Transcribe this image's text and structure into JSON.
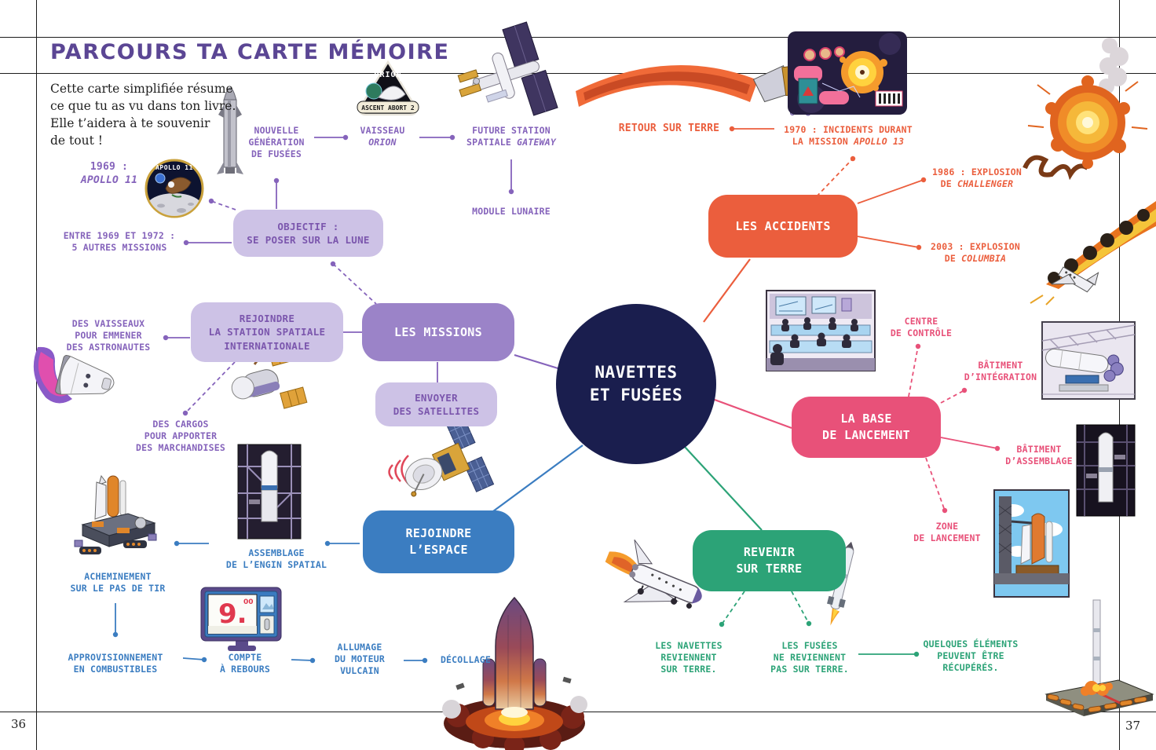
{
  "page": {
    "left_number": "36",
    "right_number": "37"
  },
  "header": {
    "title": "PARCOURS TA CARTE MÉMOIRE",
    "intro": "Cette carte simplifiée résume\nce que tu as vu dans ton livre.\nElle t’aidera à te souvenir\nde tout !"
  },
  "center_node": {
    "label": "NAVETTES\nET FUSÉES"
  },
  "missions_branch": {
    "main_label": "LES MISSIONS",
    "objectif": "OBJECTIF :\nSE POSER SUR LA LUNE",
    "nouvelle_generation": "NOUVELLE\nGÉNÉRATION\nDE FUSÉES",
    "vaisseau_prefix": "VAISSEAU",
    "vaisseau_name": "ORION",
    "gateway_line1": "FUTURE STATION",
    "gateway_prefix": "SPATIALE ",
    "gateway_name": "GATEWAY",
    "module_lunaire": "MODULE LUNAIRE",
    "apollo11_prefix": "1969 :",
    "apollo11_name": "APOLLO 11",
    "autres_missions": "ENTRE 1969 ET 1972 :\n5 AUTRES MISSIONS",
    "station": "REJOINDRE\nLA STATION SPATIALE\nINTERNATIONALE",
    "vaisseaux": "DES VAISSEAUX\nPOUR EMMENER\nDES ASTRONAUTES",
    "cargos": "DES CARGOS\nPOUR APPORTER\nDES MARCHANDISES",
    "satellites": "ENVOYER\nDES SATELLITES"
  },
  "accidents_branch": {
    "main_label": "LES ACCIDENTS",
    "retour": "RETOUR SUR TERRE",
    "apollo13_line1": "1970 : INCIDENTS DURANT",
    "apollo13_prefix": "LA MISSION ",
    "apollo13_name": "APOLLO 13",
    "challenger_line1": "1986 : EXPLOSION",
    "challenger_prefix": "DE ",
    "challenger_name": "CHALLENGER",
    "columbia_line1": "2003 : EXPLOSION",
    "columbia_prefix": "DE ",
    "columbia_name": "COLUMBIA"
  },
  "base_branch": {
    "main_label": "LA BASE\nDE LANCEMENT",
    "centre_controle": "CENTRE\nDE CONTRÔLE",
    "batiment_integration": "BÂTIMENT\nD’INTÉGRATION",
    "batiment_assemblage": "BÂTIMENT\nD’ASSEMBLAGE",
    "zone_lancement": "ZONE\nDE LANCEMENT"
  },
  "espace_branch": {
    "main_label": "REJOINDRE\nL’ESPACE",
    "assemblage": "ASSEMBLAGE\nDE L’ENGIN SPATIAL",
    "acheminement": "ACHEMINEMENT\nSUR LE PAS DE TIR",
    "approvisionnement": "APPROVISIONNEMENT\nEN COMBUSTIBLES",
    "compte_a_rebours": "COMPTE\nÀ REBOURS",
    "allumage": "ALLUMAGE\nDU MOTEUR\nVULCAIN",
    "decollage": "DÉCOLLAGE"
  },
  "terre_branch": {
    "main_label": "REVENIR\nSUR TERRE",
    "navettes": "LES NAVETTES\nREVIENNENT\nSUR TERRE.",
    "fusees": "LES FUSÉES\nNE REVIENNENT\nPAS SUR TERRE.",
    "recuperes": "QUELQUES ÉLÉMENTS\nPEUVENT ÊTRE\nRÉCUPÉRÉS."
  },
  "patches": {
    "orion_title": "ORION",
    "orion_banner": "ASCENT ABORT 2",
    "apollo_title": "APOLLO 11"
  },
  "countdown": {
    "value": "9.",
    "sup": "00"
  },
  "colors": {
    "title_purple": "#5b4694",
    "label_purple": "#8563bb",
    "soft_purple_bg": "#cdc2e6",
    "missions_bg": "#9b83c8",
    "navy_center": "#1a1e4e",
    "orange": "#eb5e3d",
    "pink": "#e85179",
    "blue": "#3b7dc1",
    "green": "#2ca377"
  }
}
